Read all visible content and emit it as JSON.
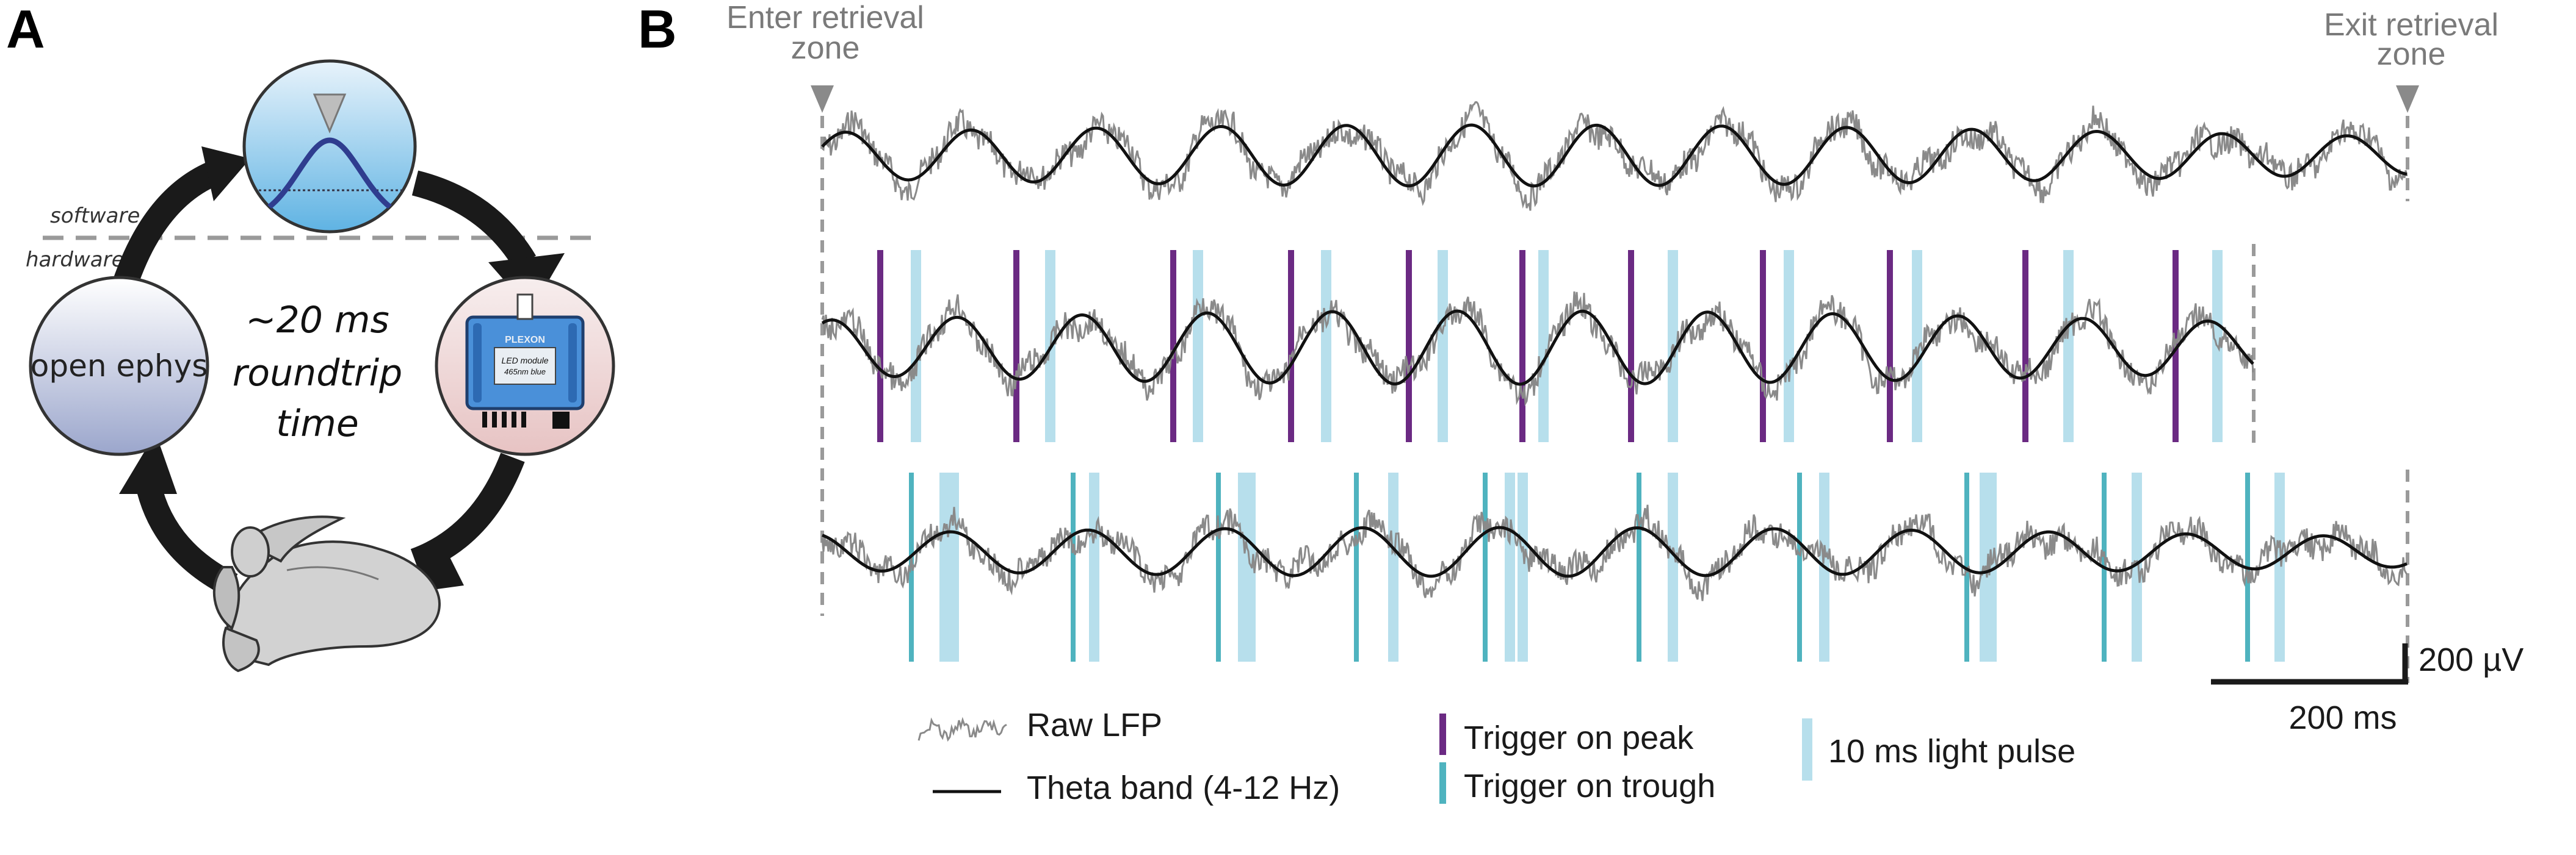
{
  "panel_a": {
    "letter": "A",
    "software_label": "software",
    "hardware_label": "hardware",
    "ephys_label": "open ephys",
    "center_line1": "~20 ms",
    "center_line2": "roundtrip",
    "center_line3": "time",
    "device_brand": "PLEXON",
    "device_line1": "LED module",
    "device_line2": "465nm blue"
  },
  "panel_b": {
    "letter": "B",
    "enter_label_line1": "Enter retrieval",
    "enter_label_line2": "zone",
    "exit_label_line1": "Exit retrieval",
    "exit_label_line2": "zone"
  },
  "legend": {
    "raw_lfp": "Raw LFP",
    "theta": "Theta band (4-12 Hz)",
    "trigger_peak": "Trigger on peak",
    "trigger_trough": "Trigger on trough",
    "light_pulse": "10 ms light pulse"
  },
  "scale_bar": {
    "amplitude": "200 µV",
    "time": "200 ms"
  },
  "colors": {
    "raw_lfp": "#8a8a8a",
    "theta": "#111111",
    "peak_trigger": "#6b2a83",
    "trough_trigger": "#4fb3bf",
    "light_pulse": "#b7dfec",
    "zone_marker": "#8a8a8a",
    "arrow": "#1a1a1a"
  },
  "traces": [
    {
      "trigger_type": "none",
      "pulse_count": 0
    },
    {
      "trigger_type": "peak",
      "pulse_count": 11
    },
    {
      "trigger_type": "trough",
      "pulse_count": 11
    }
  ]
}
